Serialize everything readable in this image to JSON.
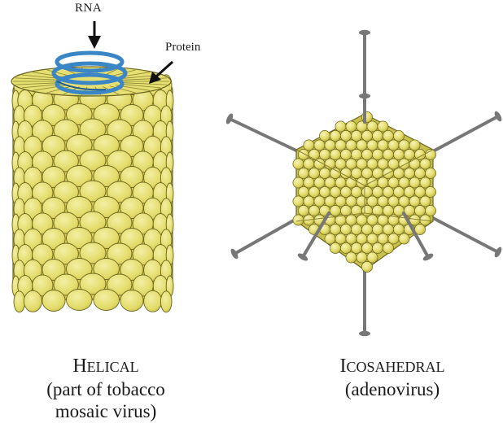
{
  "labels": {
    "rna": "RNA",
    "protein": "Protein"
  },
  "helical": {
    "title_initial": "H",
    "title_rest": "ELICAL",
    "caption_line1": "(part of tobacco",
    "caption_line2": "mosaic virus)"
  },
  "icosahedral": {
    "title_initial": "I",
    "title_rest": "COSAHEDRAL",
    "caption_line1": "(adenovirus)"
  },
  "colors": {
    "capsomere_fill": "#e4de6e",
    "capsomere_highlight": "#f4f0a8",
    "capsomere_stroke": "#6b6520",
    "rna_helix": "#3a86c6",
    "fiber": "#777777",
    "arrow": "#111111"
  }
}
